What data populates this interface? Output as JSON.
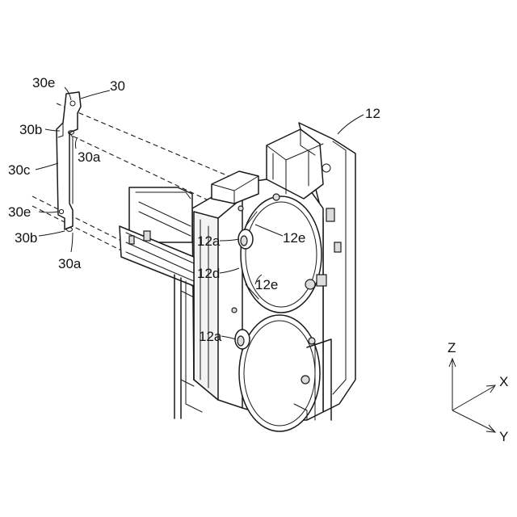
{
  "labels": {
    "label_30": "30",
    "label_30e_top": "30e",
    "label_30b_top": "30b",
    "label_30a_top": "30a",
    "label_30c": "30c",
    "label_30e_bottom": "30e",
    "label_30b_bottom": "30b",
    "label_30a_bottom": "30a",
    "label_12": "12",
    "label_12a_top": "12a",
    "label_12e_top": "12e",
    "label_12d": "12d",
    "label_12e_mid": "12e",
    "label_12a_bottom": "12a"
  },
  "axes": {
    "z": "Z",
    "x": "X",
    "y": "Y"
  }
}
